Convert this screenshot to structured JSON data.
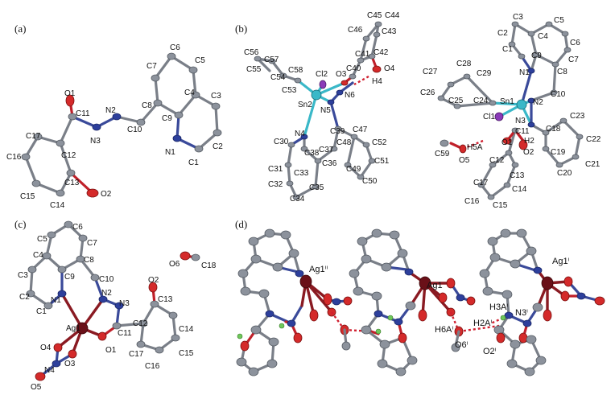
{
  "panels": {
    "a": {
      "label": "(a)",
      "atoms": [
        "O1",
        "C11",
        "N2",
        "N3",
        "C10",
        "C8",
        "C7",
        "C6",
        "C5",
        "C4",
        "C3",
        "C9",
        "N1",
        "C2",
        "C1",
        "C17",
        "C12",
        "C16",
        "C13",
        "O2",
        "C15",
        "C14"
      ]
    },
    "b": {
      "label": "(b)",
      "atoms": [
        "C45",
        "C44",
        "C46",
        "C43",
        "C56",
        "C57",
        "C58",
        "C55",
        "C54",
        "C53",
        "Cl2",
        "O3",
        "C40",
        "C41",
        "C42",
        "O4",
        "H4",
        "N6",
        "Sn2",
        "N5",
        "C30",
        "N4",
        "C39",
        "C47",
        "C52",
        "C38",
        "C48",
        "C37",
        "C36",
        "C31",
        "C33",
        "C49",
        "C51",
        "C32",
        "C35",
        "C50",
        "C34",
        "C3",
        "C5",
        "C2",
        "C4",
        "C6",
        "C1",
        "C9",
        "C7",
        "C27",
        "C28",
        "C29",
        "N1",
        "C8",
        "C26",
        "C25",
        "C24",
        "Sn1",
        "N2",
        "C10",
        "C23",
        "Cl1",
        "N3",
        "C11",
        "C18",
        "O1",
        "H2",
        "C19",
        "C22",
        "C59",
        "H5A",
        "O5",
        "O2",
        "C12",
        "C13",
        "C21",
        "C17",
        "C14",
        "C20",
        "C16",
        "C15"
      ]
    },
    "c": {
      "label": "(c)",
      "atoms": [
        "C6",
        "C5",
        "C7",
        "C4",
        "C8",
        "C3",
        "C9",
        "C10",
        "O6",
        "C18",
        "O2",
        "C2",
        "N1",
        "N2",
        "N3",
        "C13",
        "C1",
        "Ag1",
        "C11",
        "C12",
        "C14",
        "O4",
        "O1",
        "O3",
        "C17",
        "C15",
        "N4",
        "C16",
        "O5"
      ]
    },
    "d": {
      "label": "(d)",
      "atoms": [
        "Ag1ⁱⁱ",
        "Ag1",
        "Ag1ⁱ",
        "H3Aⁱ",
        "N3ⁱ",
        "H2Aⁱ",
        "H6Aⁱ",
        "O6ⁱ",
        "O2ⁱ"
      ]
    }
  },
  "colors": {
    "carbon": "#8c929c",
    "nitrogen": "#2d3f9c",
    "oxygen": "#d42a2a",
    "silver": "#6a1018",
    "tin": "#3ab8c8",
    "chlorine": "#8a3ab8",
    "hydrogen": "#6ec85a",
    "hbond": "#d02030"
  }
}
